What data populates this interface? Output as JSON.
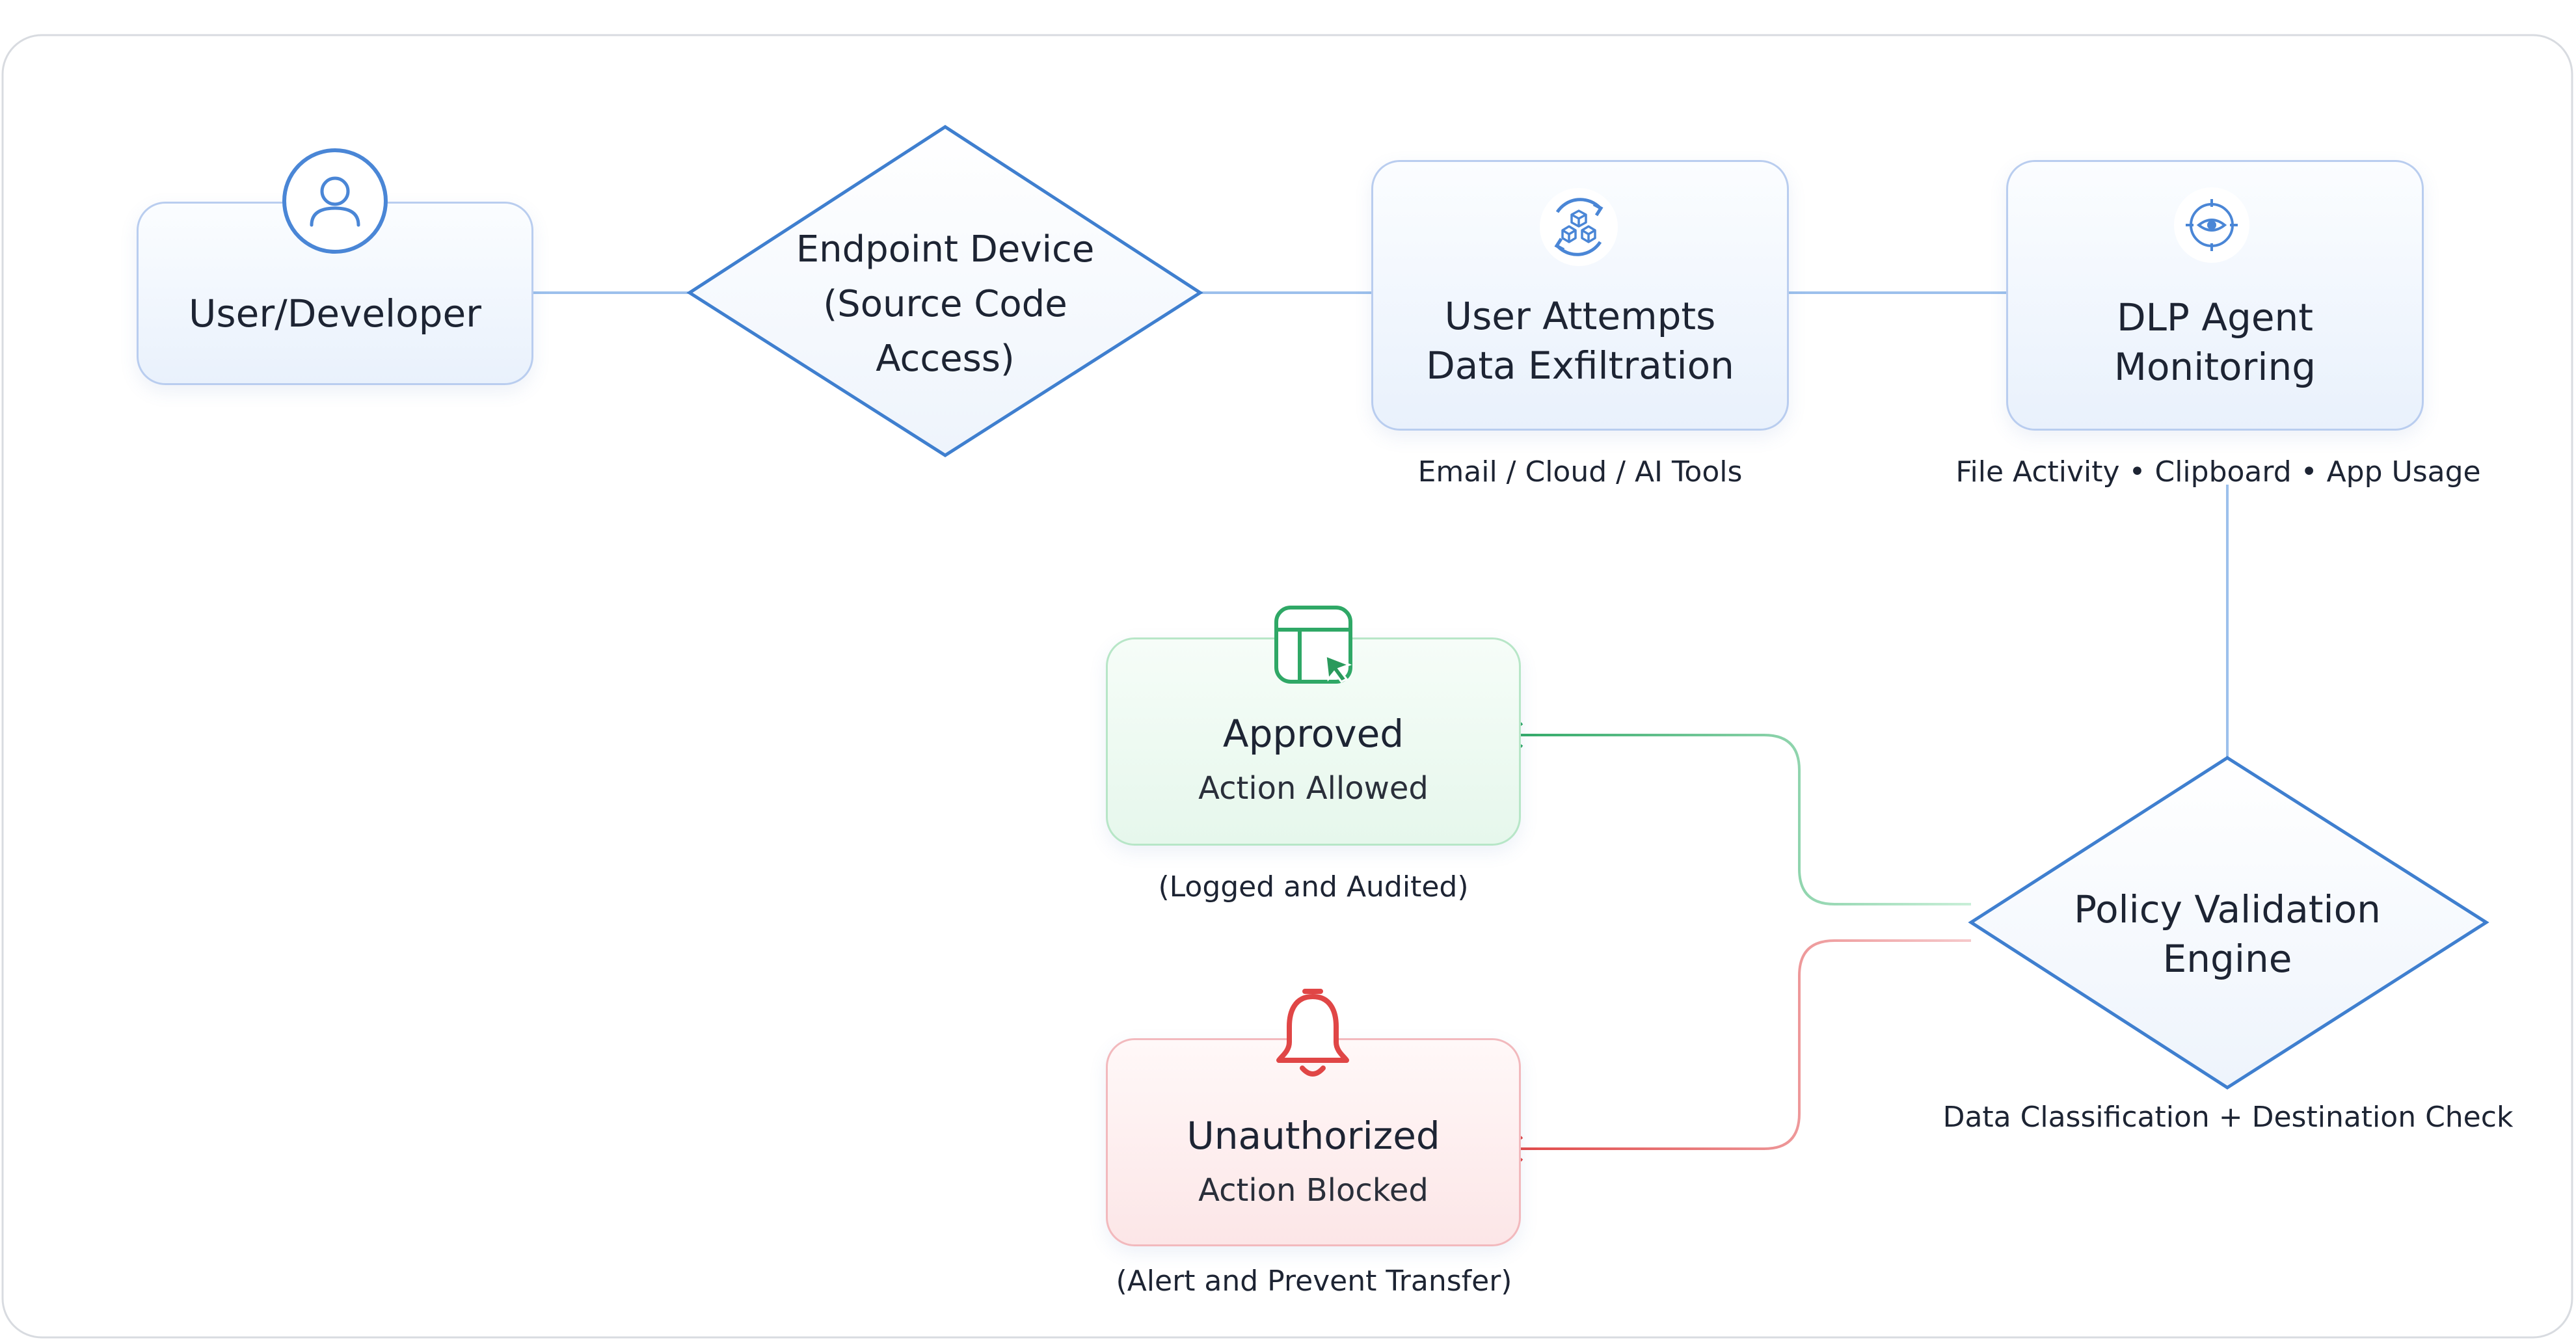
{
  "nodes": {
    "user": {
      "label": "User/Developer",
      "icon": "user-icon"
    },
    "endpoint": {
      "line1": "Endpoint Device",
      "line2": "(Source Code",
      "line3": "Access)"
    },
    "attempt": {
      "line1": "User Attempts",
      "line2": "Data Exfiltration",
      "icon": "cubes-sync-icon",
      "caption": "Email / Cloud / AI Tools"
    },
    "dlp": {
      "line1": "DLP Agent",
      "line2": "Monitoring",
      "icon": "eye-target-icon",
      "caption": "File Activity • Clipboard • App Usage"
    },
    "policy": {
      "line1": "Policy Validation",
      "line2": "Engine",
      "caption": "Data Classification + Destination Check"
    },
    "approved": {
      "title": "Approved",
      "subtitle": "Action Allowed",
      "caption": "(Logged and Audited)",
      "icon": "window-cursor-icon"
    },
    "blocked": {
      "title": "Unauthorized",
      "subtitle": "Action Blocked",
      "caption": "(Alert and Prevent Transfer)",
      "icon": "bell-icon"
    }
  },
  "colors": {
    "blue": "#4a86d6",
    "green": "#2fa866",
    "red": "#e04646"
  }
}
